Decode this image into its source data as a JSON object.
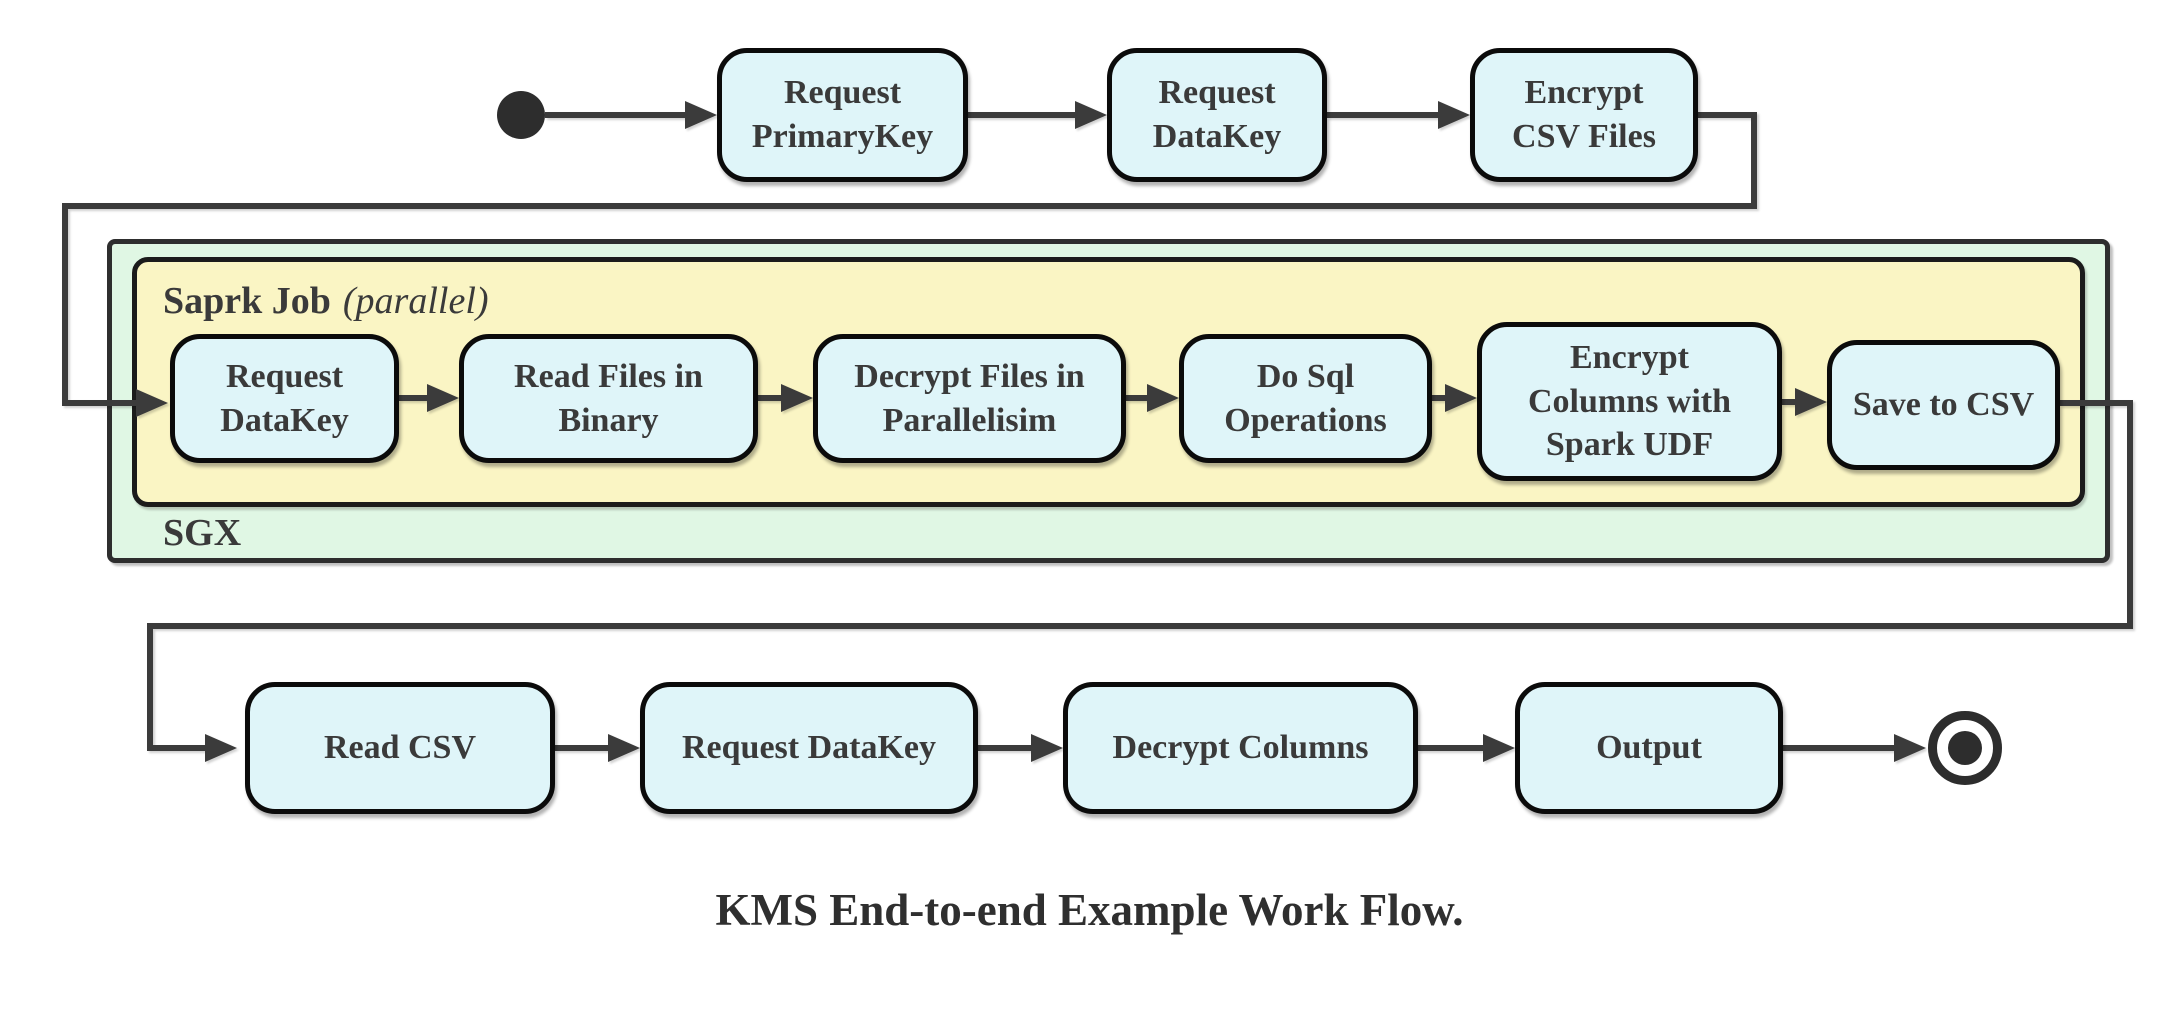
{
  "colors": {
    "node_fill": "#dff5f9",
    "node_border": "#0b0b0b",
    "sgx_fill": "#e0f7e4",
    "spark_fill": "#faf5c4",
    "connector": "#3b3b3b",
    "text": "#3a3a3a"
  },
  "icons": {
    "start": "filled-circle-start-state",
    "end": "double-circle-end-state"
  },
  "flow": {
    "caption": "KMS End-to-end Example Work Flow.",
    "groups": {
      "sgx": {
        "label": "SGX"
      },
      "spark_job": {
        "title": "Saprk Job",
        "qualifier": "(parallel)"
      }
    },
    "top_row": {
      "nodes": [
        {
          "label": "Request\nPrimaryKey"
        },
        {
          "label": "Request\nDataKey"
        },
        {
          "label": "Encrypt\nCSV Files"
        }
      ]
    },
    "spark_row": {
      "nodes": [
        {
          "label": "Request\nDataKey"
        },
        {
          "label": "Read Files in\nBinary"
        },
        {
          "label": "Decrypt Files in\nParallelisim"
        },
        {
          "label": "Do Sql\nOperations"
        },
        {
          "label": "Encrypt\nColumns with\nSpark UDF"
        },
        {
          "label": "Save to CSV"
        }
      ]
    },
    "bottom_row": {
      "nodes": [
        {
          "label": "Read CSV"
        },
        {
          "label": "Request DataKey"
        },
        {
          "label": "Decrypt Columns"
        },
        {
          "label": "Output"
        }
      ]
    }
  }
}
